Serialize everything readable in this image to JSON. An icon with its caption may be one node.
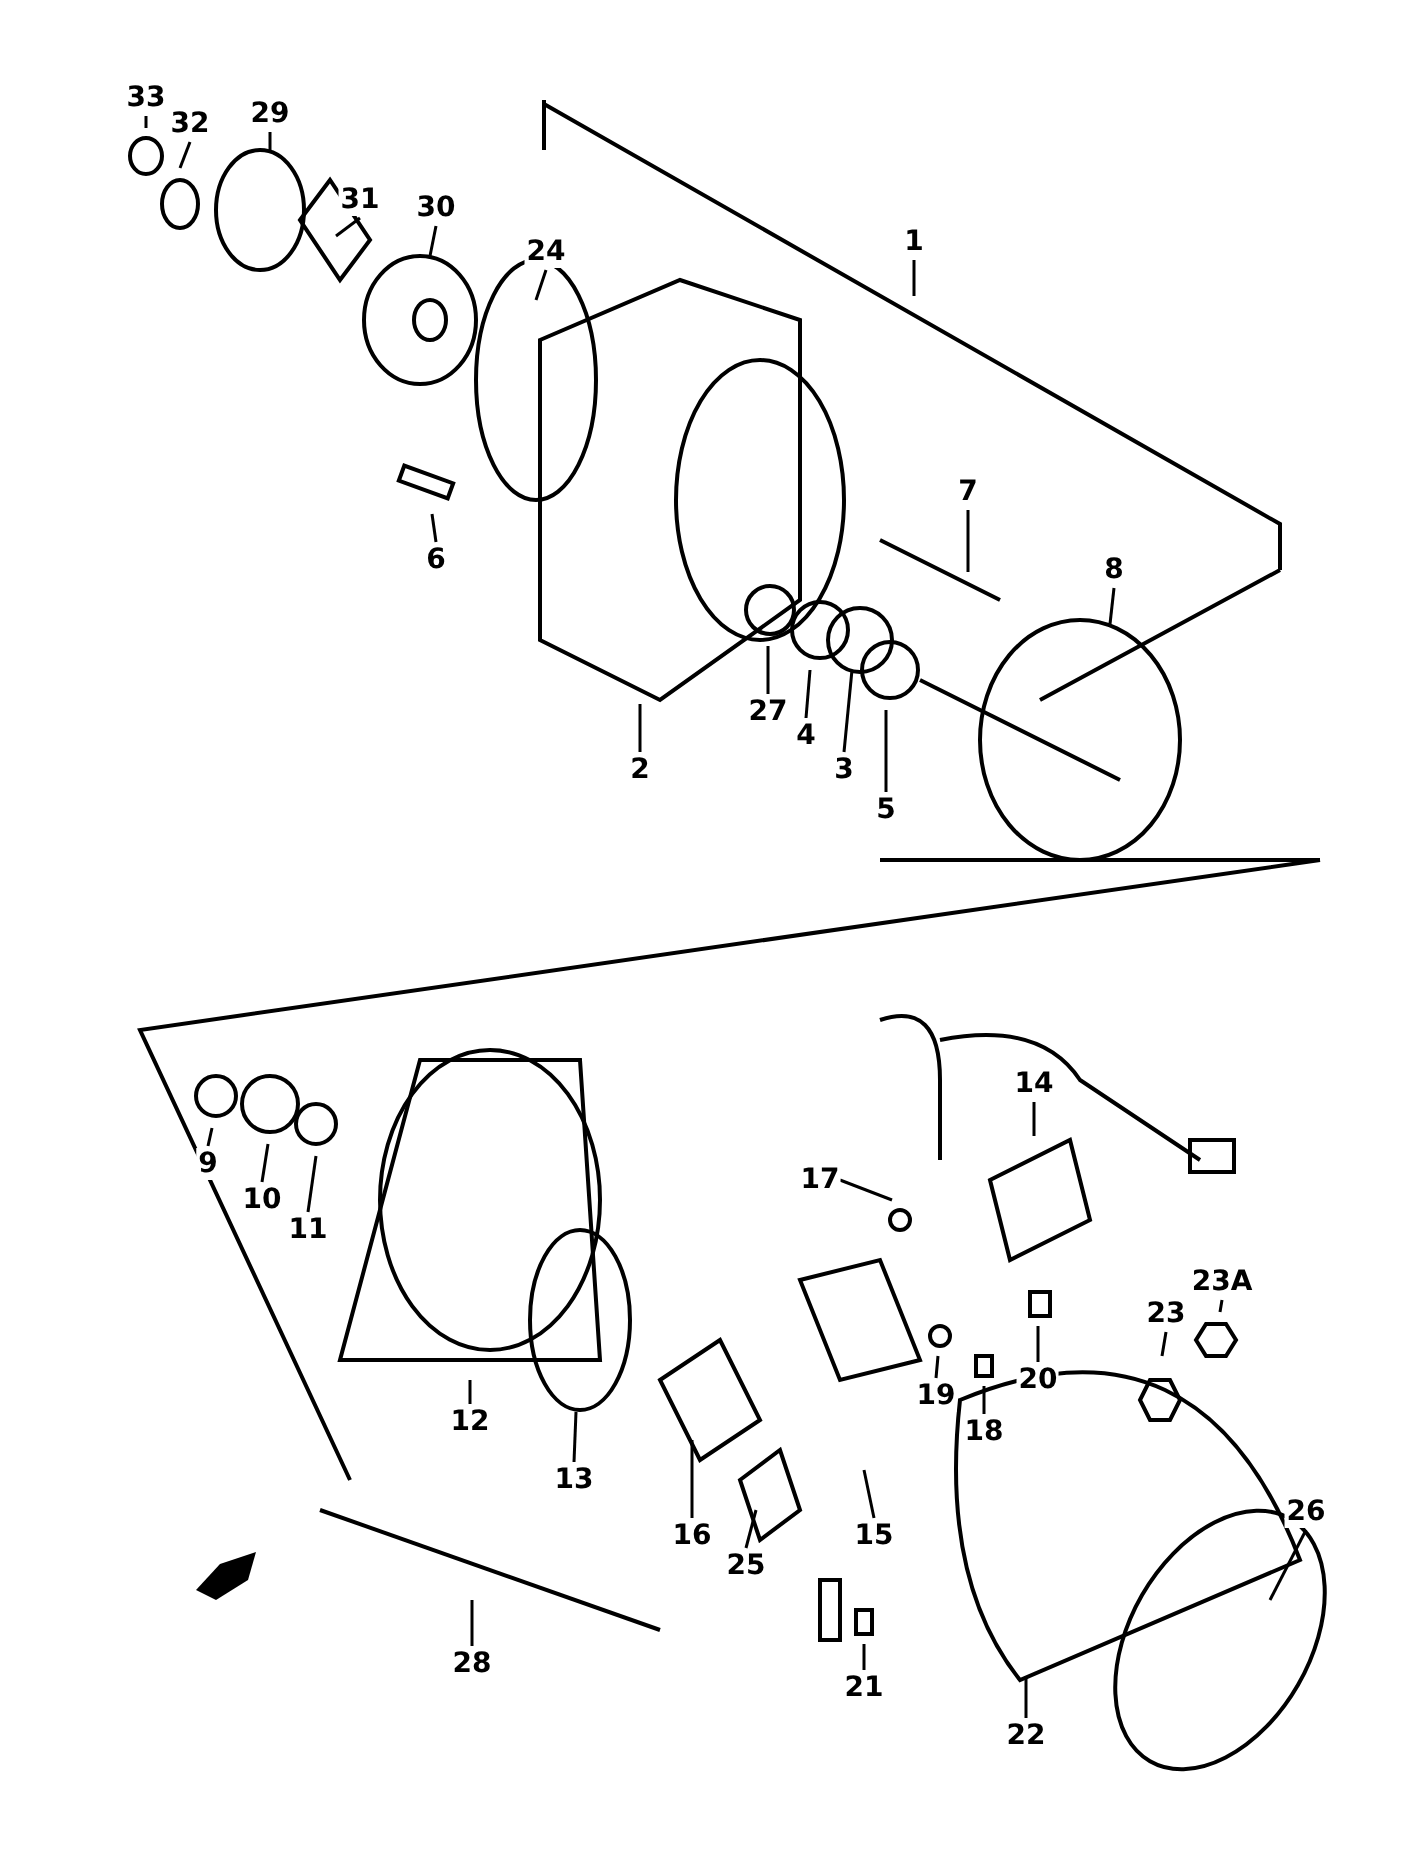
{
  "diagram": {
    "nodes": [
      {
        "text": [
          "33"
        ]
      },
      {
        "text": [
          "32"
        ]
      },
      {
        "text": [
          "29"
        ]
      },
      {
        "text": [
          "31"
        ]
      },
      {
        "text": [
          "30"
        ]
      },
      {
        "text": [
          "24"
        ]
      },
      {
        "text": [
          "1"
        ]
      },
      {
        "text": [
          "7"
        ]
      },
      {
        "text": [
          "8"
        ]
      },
      {
        "text": [
          "6"
        ]
      },
      {
        "text": [
          "2"
        ]
      },
      {
        "text": [
          "27"
        ]
      },
      {
        "text": [
          "4"
        ]
      },
      {
        "text": [
          "3"
        ]
      },
      {
        "text": [
          "5"
        ]
      },
      {
        "text": [
          "9"
        ]
      },
      {
        "text": [
          "10"
        ]
      },
      {
        "text": [
          "11"
        ]
      },
      {
        "text": [
          "14"
        ]
      },
      {
        "text": [
          "17"
        ]
      },
      {
        "text": [
          "23A"
        ]
      },
      {
        "text": [
          "23"
        ]
      },
      {
        "text": [
          "20"
        ]
      },
      {
        "text": [
          "19"
        ]
      },
      {
        "text": [
          "18"
        ]
      },
      {
        "text": [
          "12"
        ]
      },
      {
        "text": [
          "13"
        ]
      },
      {
        "text": [
          "16"
        ]
      },
      {
        "text": [
          "25"
        ]
      },
      {
        "text": [
          "15"
        ]
      },
      {
        "text": [
          "26"
        ]
      },
      {
        "text": [
          "28"
        ]
      },
      {
        "text": [
          "21"
        ]
      },
      {
        "text": [
          "22"
        ]
      }
    ],
    "edges": [
      {
        "from": 0,
        "to": null,
        "arrow": "none"
      },
      {
        "from": 1,
        "to": null,
        "arrow": "none"
      },
      {
        "from": 2,
        "to": null,
        "arrow": "none"
      },
      {
        "from": 3,
        "to": null,
        "arrow": "none"
      },
      {
        "from": 4,
        "to": null,
        "arrow": "none"
      },
      {
        "from": 5,
        "to": null,
        "arrow": "none"
      },
      {
        "from": 6,
        "to": null,
        "arrow": "none"
      },
      {
        "from": 7,
        "to": null,
        "arrow": "none"
      },
      {
        "from": 8,
        "to": null,
        "arrow": "none"
      },
      {
        "from": 9,
        "to": null,
        "arrow": "none"
      },
      {
        "from": 10,
        "to": null,
        "arrow": "none"
      },
      {
        "from": 11,
        "to": null,
        "arrow": "none"
      },
      {
        "from": 12,
        "to": null,
        "arrow": "none"
      },
      {
        "from": 13,
        "to": null,
        "arrow": "none"
      },
      {
        "from": 14,
        "to": null,
        "arrow": "none"
      },
      {
        "from": 15,
        "to": null,
        "arrow": "none"
      },
      {
        "from": 16,
        "to": null,
        "arrow": "none"
      },
      {
        "from": 17,
        "to": null,
        "arrow": "none"
      },
      {
        "from": 18,
        "to": null,
        "arrow": "none"
      },
      {
        "from": 19,
        "to": null,
        "arrow": "none"
      },
      {
        "from": 20,
        "to": null,
        "arrow": "none"
      },
      {
        "from": 21,
        "to": null,
        "arrow": "none"
      },
      {
        "from": 22,
        "to": null,
        "arrow": "none"
      },
      {
        "from": 23,
        "to": null,
        "arrow": "none"
      },
      {
        "from": 24,
        "to": null,
        "arrow": "none"
      },
      {
        "from": 25,
        "to": null,
        "arrow": "none"
      },
      {
        "from": 26,
        "to": null,
        "arrow": "none"
      },
      {
        "from": 27,
        "to": null,
        "arrow": "none"
      },
      {
        "from": 28,
        "to": null,
        "arrow": "none"
      },
      {
        "from": 29,
        "to": null,
        "arrow": "none"
      },
      {
        "from": 30,
        "to": null,
        "arrow": "none"
      },
      {
        "from": 31,
        "to": null,
        "arrow": "none"
      },
      {
        "from": 32,
        "to": null,
        "arrow": "none"
      },
      {
        "from": 33,
        "to": null,
        "arrow": "none"
      }
    ]
  }
}
